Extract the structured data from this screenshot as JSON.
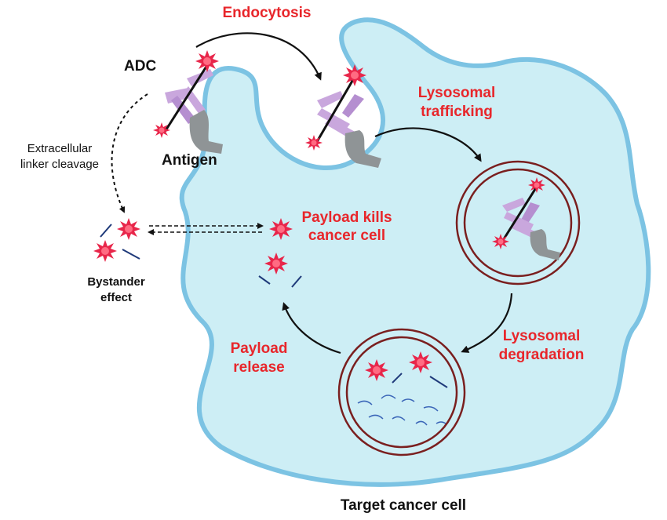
{
  "labels": {
    "endocytosis": "Endocytosis",
    "adc": "ADC",
    "antigen": "Antigen",
    "lysosomal_trafficking_1": "Lysosomal",
    "lysosomal_trafficking_2": "trafficking",
    "extracellular_1": "Extracellular",
    "extracellular_2": "linker cleavage",
    "payload_kills_1": "Payload kills",
    "payload_kills_2": "cancer cell",
    "bystander_1": "Bystander",
    "bystander_2": "effect",
    "payload_release_1": "Payload",
    "payload_release_2": "release",
    "lysosomal_degradation_1": "Lysosomal",
    "lysosomal_degradation_2": "degradation",
    "target_cell": "Target cancer cell"
  },
  "colors": {
    "label_red": "#e8262b",
    "cell_fill": "#cdeef5",
    "cell_border": "#7cc3e3",
    "lysosome_ring": "#7a1f1f",
    "antibody": "#c9a7dd",
    "antigen": "#8f9496",
    "payload": "#e8264a",
    "linker": "#1f3a7a"
  }
}
